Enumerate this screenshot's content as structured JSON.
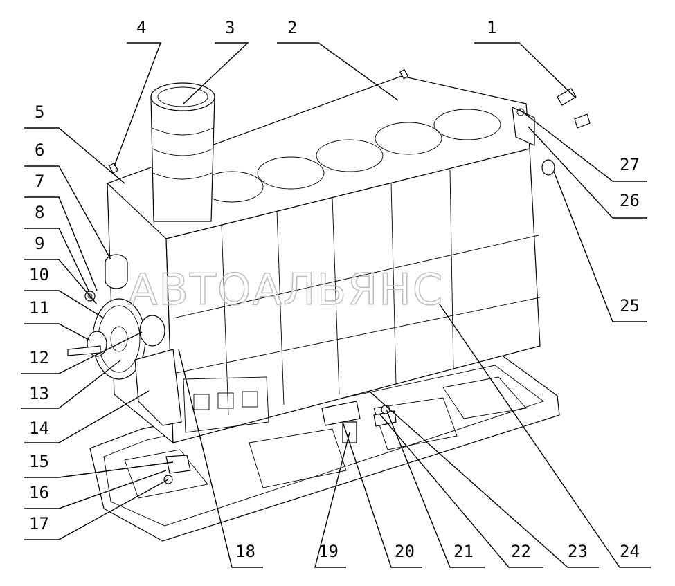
{
  "watermark": "АВТОАЛЬЯНС",
  "callouts": {
    "c1": "1",
    "c2": "2",
    "c3": "3",
    "c4": "4",
    "c5": "5",
    "c6": "6",
    "c7": "7",
    "c8": "8",
    "c9": "9",
    "c10": "10",
    "c11": "11",
    "c12": "12",
    "c13": "13",
    "c14": "14",
    "c15": "15",
    "c16": "16",
    "c17": "17",
    "c18": "18",
    "c19": "19",
    "c20": "20",
    "c21": "21",
    "c22": "22",
    "c23": "23",
    "c24": "24",
    "c25": "25",
    "c26": "26",
    "c27": "27"
  }
}
